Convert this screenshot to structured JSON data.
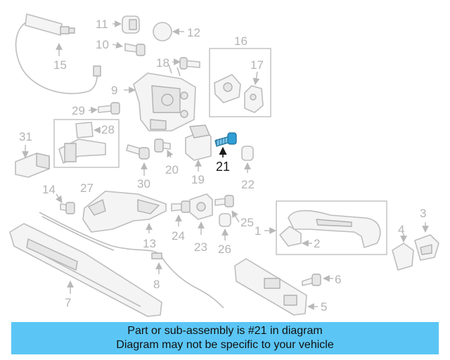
{
  "diagram": {
    "callouts": [
      "1",
      "2",
      "3",
      "4",
      "5",
      "6",
      "7",
      "8",
      "9",
      "10",
      "11",
      "12",
      "13",
      "14",
      "15",
      "16",
      "17",
      "18",
      "19",
      "20",
      "21",
      "22",
      "23",
      "24",
      "25",
      "26",
      "27",
      "28",
      "29",
      "30",
      "31"
    ],
    "highlighted_callout": "21",
    "highlight_color": "#2e9fd6",
    "part_color": "#f4f4f4",
    "outline_color": "#bdbdbd"
  },
  "banner": {
    "line1": "Part or sub-assembly is #21 in diagram",
    "line2": "Diagram may not be specific to your vehicle",
    "background": "#5bc6f5"
  }
}
